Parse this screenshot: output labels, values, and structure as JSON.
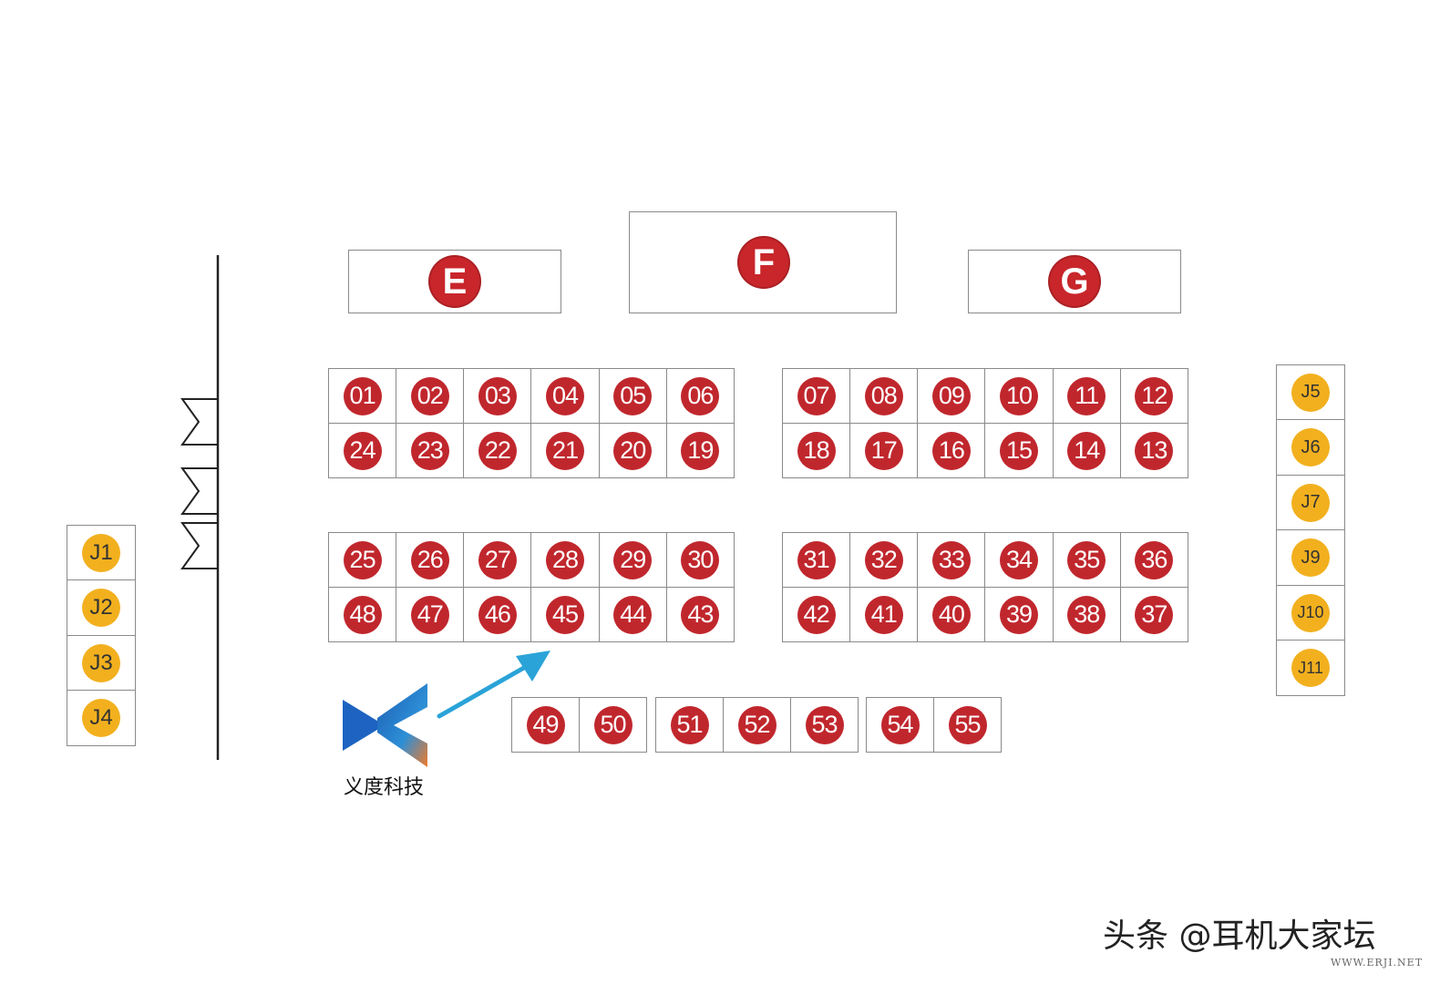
{
  "zones": {
    "e": "E",
    "f": "F",
    "g": "G"
  },
  "blocks": {
    "upper_left": {
      "row1": [
        "01",
        "02",
        "03",
        "04",
        "05",
        "06"
      ],
      "row2": [
        "24",
        "23",
        "22",
        "21",
        "20",
        "19"
      ]
    },
    "upper_right": {
      "row1": [
        "07",
        "08",
        "09",
        "10",
        "11",
        "12"
      ],
      "row2": [
        "18",
        "17",
        "16",
        "15",
        "14",
        "13"
      ]
    },
    "lower_left": {
      "row1": [
        "25",
        "26",
        "27",
        "28",
        "29",
        "30"
      ],
      "row2": [
        "48",
        "47",
        "46",
        "45",
        "44",
        "43"
      ]
    },
    "lower_right": {
      "row1": [
        "31",
        "32",
        "33",
        "34",
        "35",
        "36"
      ],
      "row2": [
        "42",
        "41",
        "40",
        "39",
        "38",
        "37"
      ]
    }
  },
  "bottom_row": {
    "group1": [
      "49",
      "50"
    ],
    "group2": [
      "51",
      "52",
      "53"
    ],
    "group3": [
      "54",
      "55"
    ]
  },
  "left_booths": [
    "J1",
    "J2",
    "J3",
    "J4"
  ],
  "right_booths": [
    "J5",
    "J6",
    "J7",
    "J9",
    "J10",
    "J11"
  ],
  "logo": {
    "name": "义度科技"
  },
  "watermark": {
    "text": "头条 @耳机大家坛",
    "site": "WWW.ERJI.NET"
  },
  "colors": {
    "booth_red": "#c0272d",
    "booth_yellow": "#f2b01e",
    "arrow_blue": "#2aa3d8"
  }
}
